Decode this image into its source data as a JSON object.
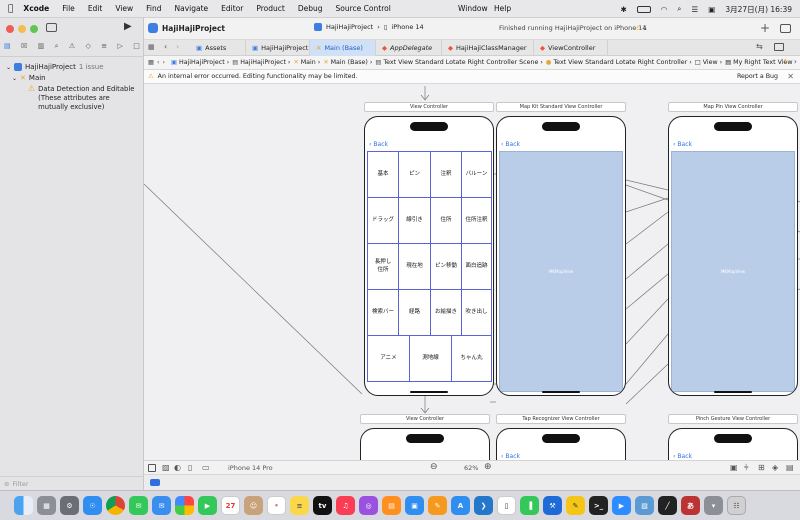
{
  "menubar": {
    "app": "Xcode",
    "items": [
      "File",
      "Edit",
      "View",
      "Find",
      "Navigate",
      "Editor",
      "Product",
      "Debug",
      "Source Control",
      "Window",
      "Help"
    ],
    "clock": "3月27日(月) 16:39"
  },
  "toolbar": {
    "project": "HajiHajiProject",
    "scheme": "HajiHajiProject",
    "device": "iPhone 14",
    "status": "Finished running HajiHajiProject on iPhone 14",
    "warning_count": "1"
  },
  "navigator": {
    "project": "HajiHajiProject",
    "issue_count": "1 issue",
    "group": "Main",
    "issue_text": "Data Detection and Editable (These attributes are mutually exclusive)",
    "filter_placeholder": "Filter"
  },
  "tabs": [
    "Assets",
    "HajiHajiProject",
    "Main (Base)",
    "AppDelegate",
    "HajiHajiClassManager",
    "ViewController"
  ],
  "jumpbar": [
    "HajiHajiProject",
    "HajiHajiProject",
    "Main",
    "Main (Base)",
    "Text View Standard Lotate Right Controller Scene",
    "Text View Standard Lotate Right Controller",
    "View",
    "My Right Text View"
  ],
  "warning": {
    "text": "An internal error occurred. Editing functionality may be limited.",
    "action": "Report a Bug"
  },
  "scenes": {
    "top_labels": [
      "View Controller",
      "Map Kit Standard View Controller",
      "Map Pin View Controller"
    ],
    "bottom_labels": [
      "View Controller",
      "Tap Recognizer View Controller",
      "Pinch Gesture View Controller"
    ],
    "back_label": "Back",
    "map_label": "MKMapView"
  },
  "grid_buttons": [
    [
      "基本",
      "ピン",
      "注釈",
      "バルーン"
    ],
    [
      "ドラッグ",
      "線引き",
      "住所",
      "住所注釈"
    ],
    [
      "長押し住所",
      "現在地",
      "ピン移動",
      "面白追跡"
    ],
    [
      "検索バー",
      "経路",
      "お絵描き",
      "吹き出し"
    ],
    [
      "アニメ",
      "測地線",
      "ちゃん丸"
    ]
  ],
  "bottombar": {
    "device": "iPhone 14 Pro",
    "zoom": "62%"
  },
  "colors": {
    "accent": "#2f6fe0",
    "map": "#b9cce8",
    "grid_border": "#5b63d9",
    "warning": "#f5a623"
  }
}
